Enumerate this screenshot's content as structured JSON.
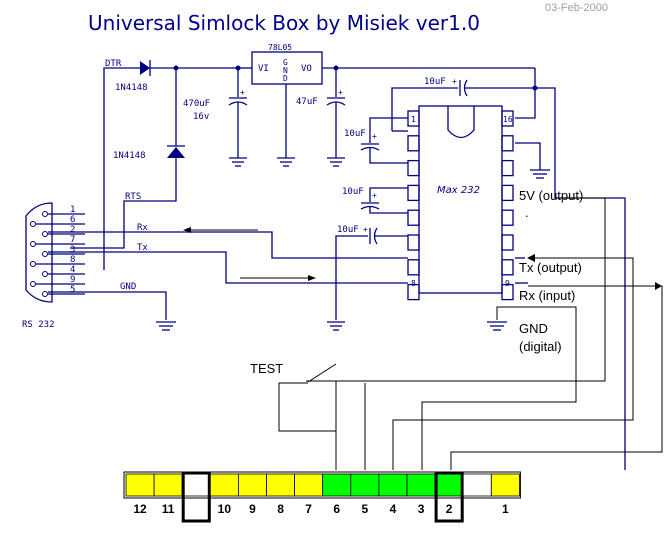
{
  "header": {
    "title": "Universal Simlock Box by Misiek  ver1.0",
    "date": "03-Feb-2000"
  },
  "regulator": {
    "name": "78L05",
    "pin_in": "VI",
    "pin_gnd": [
      "G",
      "N",
      "D"
    ],
    "pin_out": "VO"
  },
  "diodes": [
    {
      "label": "1N4148",
      "net": "DTR"
    },
    {
      "label": "1N4148",
      "net": "RTS"
    }
  ],
  "capacitors": {
    "c_in": {
      "value": "470uF",
      "voltage": "16v"
    },
    "c_out": {
      "value": "47uF"
    },
    "c_pump": [
      "10uF",
      "10uF",
      "10uF",
      "10uF"
    ]
  },
  "chip": {
    "name": "Max 232",
    "pin_labels": [
      "1",
      "16",
      "8",
      "9"
    ]
  },
  "rs232": {
    "label": "RS 232",
    "pins": [
      "1",
      "6",
      "2",
      "7",
      "3",
      "8",
      "4",
      "9",
      "5"
    ],
    "signals": {
      "dtr": "DTR",
      "rts": "RTS",
      "rx": "Rx",
      "tx": "Tx",
      "gnd": "GND"
    }
  },
  "outputs": {
    "v5": "5V (output)",
    "tx": "Tx (output)",
    "rx": "Rx (input)",
    "gnd1": "GND",
    "gnd2": "(digital)",
    "dot": "."
  },
  "switch": {
    "label": "TEST"
  },
  "connector": {
    "pins": [
      {
        "num": "12",
        "color": "#ffff00"
      },
      {
        "num": "11",
        "color": "#ffff00"
      },
      {
        "num": "",
        "color": "#ffffff",
        "highlight": true
      },
      {
        "num": "10",
        "color": "#ffff00"
      },
      {
        "num": "9",
        "color": "#ffff00"
      },
      {
        "num": "8",
        "color": "#ffff00"
      },
      {
        "num": "7",
        "color": "#ffff00"
      },
      {
        "num": "6",
        "color": "#00ff00"
      },
      {
        "num": "5",
        "color": "#00ff00"
      },
      {
        "num": "4",
        "color": "#00ff00"
      },
      {
        "num": "3",
        "color": "#00ff00"
      },
      {
        "num": "2",
        "color": "#00ff00",
        "highlight": true
      },
      {
        "num": "",
        "color": "#ffffff"
      },
      {
        "num": "1",
        "color": "#ffff00"
      }
    ]
  },
  "colors": {
    "wire": "#000080",
    "title": "#00008b",
    "date": "#a0a0a0"
  }
}
